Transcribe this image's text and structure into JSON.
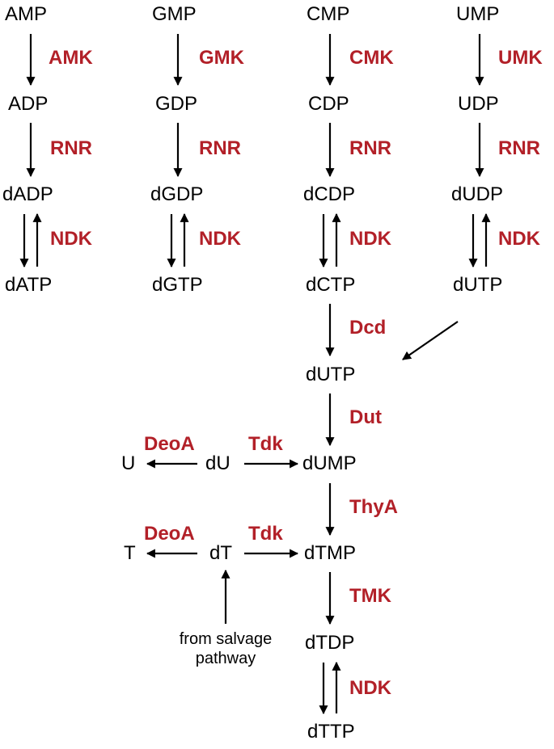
{
  "colors": {
    "enzyme": "#B22028",
    "metabolite": "#000000",
    "arrow": "#000000"
  },
  "metabolites": {
    "amp": "AMP",
    "gmp": "GMP",
    "cmp": "CMP",
    "ump": "UMP",
    "adp": "ADP",
    "gdp": "GDP",
    "cdp": "CDP",
    "udp": "UDP",
    "dadp": "dADP",
    "dgdp": "dGDP",
    "dcdp": "dCDP",
    "dudp": "dUDP",
    "datp": "dATP",
    "dgtp": "dGTP",
    "dctp": "dCTP",
    "dutp_top": "dUTP",
    "dutp": "dUTP",
    "dump": "dUMP",
    "dtmp": "dTMP",
    "dtdp": "dTDP",
    "dttp": "dTTP",
    "u": "U",
    "du": "dU",
    "t": "T",
    "dt": "dT"
  },
  "enzymes": {
    "amk": "AMK",
    "gmk": "GMK",
    "cmk": "CMK",
    "umk": "UMK",
    "rnr": "RNR",
    "ndk": "NDK",
    "dcd": "Dcd",
    "dut": "Dut",
    "thya": "ThyA",
    "tmk": "TMK",
    "deoa": "DeoA",
    "tdk": "Tdk"
  },
  "notes": {
    "salvage_line1": "from salvage",
    "salvage_line2": "pathway"
  }
}
